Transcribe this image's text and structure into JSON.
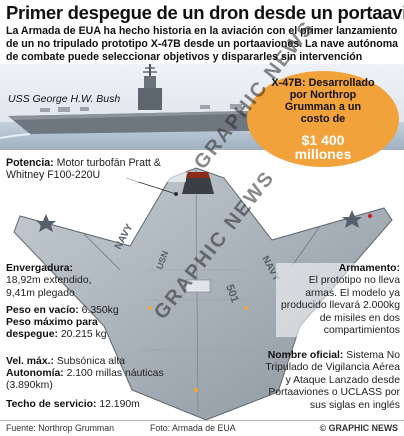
{
  "title": "Primer despegue de un dron desde un portaaviones",
  "intro": "La Armada de EUA ha hecho historia en la aviación con el primer lanzamiento de un no tripulado prototipo X-47B desde un portaaviones. La nave autónoma de combate puede seleccionar objetivos y dispararles sin intervención humana",
  "ship_label": "USS George H.W. Bush",
  "cost": {
    "text": "X-47B: Desarrollado por Northrop Grumman a un costo de",
    "amount": "$1 400 millones"
  },
  "specs": {
    "potencia_label": "Potencia:",
    "potencia_value": "Motor turbofán Pratt & Whitney F100-220U",
    "envergadura_label": "Envergadura:",
    "envergadura_value": "18,92m extendido, 9,41m plegado",
    "peso_vacio_label": "Peso en vacío:",
    "peso_vacio_value": "6.350kg",
    "peso_max_label": "Peso máximo para despegue:",
    "peso_max_value": "20.215 kg",
    "vel_label": "Vel. máx.:",
    "vel_value": "Subsónica alta",
    "autonomia_label": "Autonomía:",
    "autonomia_value": "2.100 millas náuticas (3.890km)",
    "techo_label": "Techo de servicio:",
    "techo_value": "12.190m",
    "armamento_label": "Armamento:",
    "armamento_value": "El prototipo no lleva armas. El modelo ya producido llevará 2.000kg de misiles en dos compartimientos",
    "nombre_label": "Nombre oficial:",
    "nombre_value": "Sistema No Tripulado de Vigilancia Aérea y Ataque Lanzado desde Portaaviones o UCLASS por sus siglas en inglés"
  },
  "aircraft_markings": {
    "navy": "NAVY",
    "tail_number": "501",
    "usn": "USN"
  },
  "footer": {
    "source": "Fuente: Northrop Grumman",
    "photo": "Foto: Armada de EUA",
    "credit": "© GRAPHIC NEWS"
  },
  "watermark": "GRAPHIC NEWS",
  "colors": {
    "cost_circle": "#f2a23a",
    "drone_body": "#a9b3bd",
    "sea": "#b7c6d3"
  }
}
